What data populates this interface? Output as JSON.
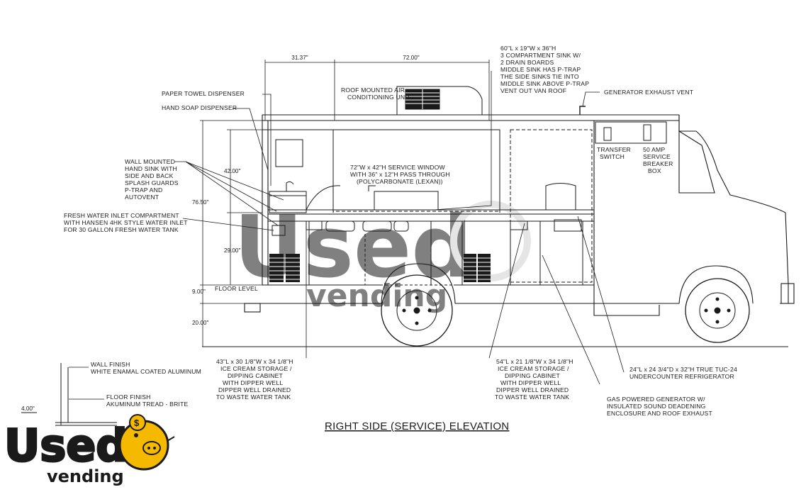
{
  "title": "RIGHT SIDE (SERVICE) ELEVATION",
  "dimensions": {
    "top_left": "31.37\"",
    "top_right": "72.00\"",
    "height_76": "76.50\"",
    "height_42": "42.00\"",
    "height_29": "29.00\"",
    "height_9": "9.00\"",
    "height_20": "20.00\"",
    "wall_4": "4.00\""
  },
  "labels": {
    "paper_towel": "PAPER TOWEL DISPENSER",
    "hand_soap": "HAND SOAP DISPENSER",
    "roof_air": [
      "ROOF MOUNTED AIR",
      "CONDITIONING UNIT"
    ],
    "sink": [
      "60\"L x 19\"W x 36\"H",
      "3 COMPARTMENT SINK W/",
      "2 DRAIN BOARDS",
      "MIDDLE SINK HAS P-TRAP",
      "THE SIDE SINKS TIE INTO",
      "MIDDLE SINK ABOVE P-TRAP",
      "VENT OUT VAN ROOF"
    ],
    "gen_exhaust": "GENERATOR EXHAUST VENT",
    "hand_sink": [
      "WALL MOUNTED",
      "HAND SINK WITH",
      "SIDE AND BACK",
      "SPLASH GUARDS",
      "P-TRAP AND",
      "AUTOVENT"
    ],
    "service_window": [
      "72\"W  x 42\"H SERVICE WINDOW",
      "WITH 36\" x 12\"H PASS THROUGH",
      "(POLYCARBONATE (LEXAN))"
    ],
    "transfer_switch": [
      "TRANSFER",
      "SWITCH"
    ],
    "breaker_box": [
      "50 AMP",
      "SERVICE",
      "BREAKER",
      "BOX"
    ],
    "fresh_water": [
      "FRESH WATER INLET COMPARTMENT",
      "WITH HANSEN 4HK STYLE WATER INLET",
      "FOR 30 GALLON FRESH WATER TANK"
    ],
    "floor_level": "FLOOR LEVEL",
    "ice_cream_1": [
      "43\"L x 30 1/8\"W x 34 1/8\"H",
      "ICE CREAM STORAGE /",
      "DIPPING CABINET",
      "WITH DIPPER WELL",
      "DIPPER WELL DRAINED",
      "TO WASTE WATER TANK"
    ],
    "ice_cream_2": [
      "54\"L x 21 1/8\"W x 34 1/8\"H",
      "ICE CREAM STORAGE /",
      "DIPPING CABINET",
      "WITH DIPPER WELL",
      "DIPPER WELL DRAINED",
      "TO WASTE WATER TANK"
    ],
    "refrigerator": [
      "24\"L x 24 3/4\"D x 32\"H TRUE TUC-24",
      "UNDERCOUNTER REFRIGERATOR"
    ],
    "generator": [
      "GAS POWERED GENERATOR W/",
      "INSULATED SOUND DEADENING",
      "ENCLOSURE AND ROOF EXHAUST"
    ],
    "wall_finish": [
      "WALL FINISH",
      "WHITE ENAMAL COATED ALUMINUM"
    ],
    "floor_finish": [
      "FLOOR FINISH",
      "AKUMINUM TREAD - BRITE"
    ]
  },
  "logo": {
    "word_top": "Used",
    "word_bottom": "vending"
  },
  "colors": {
    "line": "#1a1a1a",
    "logo_fill": "#f5b900",
    "logo_outline": "#1b1b1b",
    "watermark": "#c8c8c8"
  }
}
